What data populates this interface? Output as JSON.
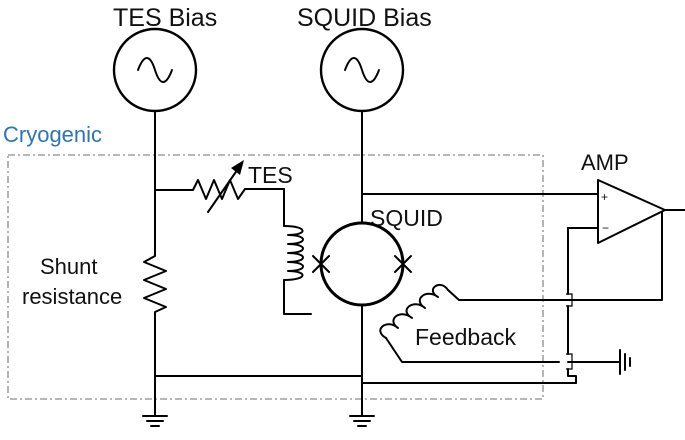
{
  "labels": {
    "tes_bias": "TES Bias",
    "squid_bias": "SQUID Bias",
    "cryogenic": "Cryogenic",
    "tes": "TES",
    "amp": "AMP",
    "squid": "SQUID",
    "shunt_line1": "Shunt",
    "shunt_line2": "resistance",
    "feedback": "Feedback",
    "amp_plus": "+",
    "amp_minus": "−"
  },
  "colors": {
    "cryogenic_text": "#2e75b6",
    "cryogenic_box": "#8c8c8c",
    "wire": "#000000"
  }
}
